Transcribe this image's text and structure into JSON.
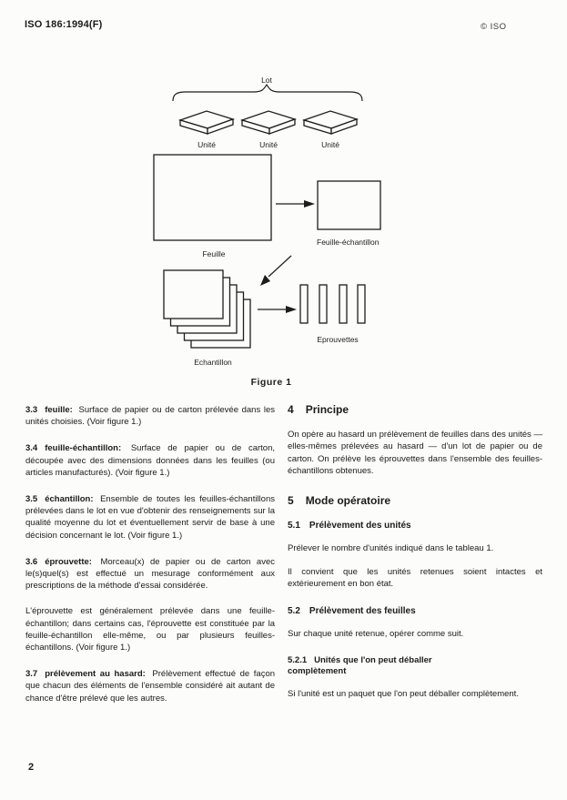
{
  "header": {
    "left": "ISO 186:1994(F)",
    "right": "© ISO"
  },
  "figure": {
    "caption": "Figure 1",
    "lot_label": "Lot",
    "unit_labels": [
      "Unité",
      "Unité",
      "Unité"
    ],
    "feuille_label": "Feuille",
    "feuille_echantillon_label": "Feuille-échantillon",
    "echantillon_label": "Echantillon",
    "eprouvettes_label": "Eprouvettes"
  },
  "left_column": {
    "d33": {
      "num": "3.3",
      "term": "feuille:",
      "body": "Surface de papier ou de carton prélevée dans les unités choisies. (Voir figure 1.)"
    },
    "d34": {
      "num": "3.4",
      "term": "feuille-échantillon:",
      "body": "Surface de papier ou de carton, découpée avec des dimensions données dans les feuilles (ou articles manufacturés). (Voir figure 1.)"
    },
    "d35": {
      "num": "3.5",
      "term": "échantillon:",
      "body": "Ensemble de toutes les feuilles-échantillons prélevées dans le lot en vue d'obtenir des renseignements sur la qualité moyenne du lot et éventuellement servir de base à une décision concernant le lot. (Voir figure 1.)"
    },
    "d36": {
      "num": "3.6",
      "term": "éprouvette:",
      "body": "Morceau(x) de papier ou de carton avec le(s)quel(s) est effectué un mesurage conformément aux prescriptions de la méthode d'essai considérée.",
      "body2": "L'éprouvette est généralement prélevée dans une feuille-échantillon; dans certains cas, l'éprouvette est constituée par la feuille-échantillon elle-même, ou par plusieurs feuilles-échantillons. (Voir figure 1.)"
    },
    "d37": {
      "num": "3.7",
      "term": "prélèvement au hasard:",
      "body": "Prélèvement effectué de façon que chacun des éléments de l'ensemble considéré ait autant de chance d'être prélevé que les autres."
    }
  },
  "right_column": {
    "s4": {
      "num": "4",
      "title": "Principe"
    },
    "s4_p1": "On opère au hasard un prélèvement de feuilles dans des unités — elles-mêmes prélevées au hasard — d'un lot de papier ou de carton. On prélève les éprouvettes dans l'ensemble des feuilles-échantillons obtenues.",
    "s5": {
      "num": "5",
      "title": "Mode opératoire"
    },
    "s51": {
      "num": "5.1",
      "title": "Prélèvement des unités"
    },
    "s51_p1": "Prélever le nombre d'unités indiqué dans le tableau 1.",
    "s51_p2": "Il convient que les unités retenues soient intactes et extérieurement en bon état.",
    "s52": {
      "num": "5.2",
      "title": "Prélèvement des feuilles"
    },
    "s52_p1": "Sur chaque unité retenue, opérer comme suit.",
    "s521": {
      "num": "5.2.1",
      "title": "Unités que l'on peut déballer complètement"
    },
    "s521_p1": "Si l'unité est un paquet que l'on peut déballer complètement."
  },
  "page_number": "2"
}
